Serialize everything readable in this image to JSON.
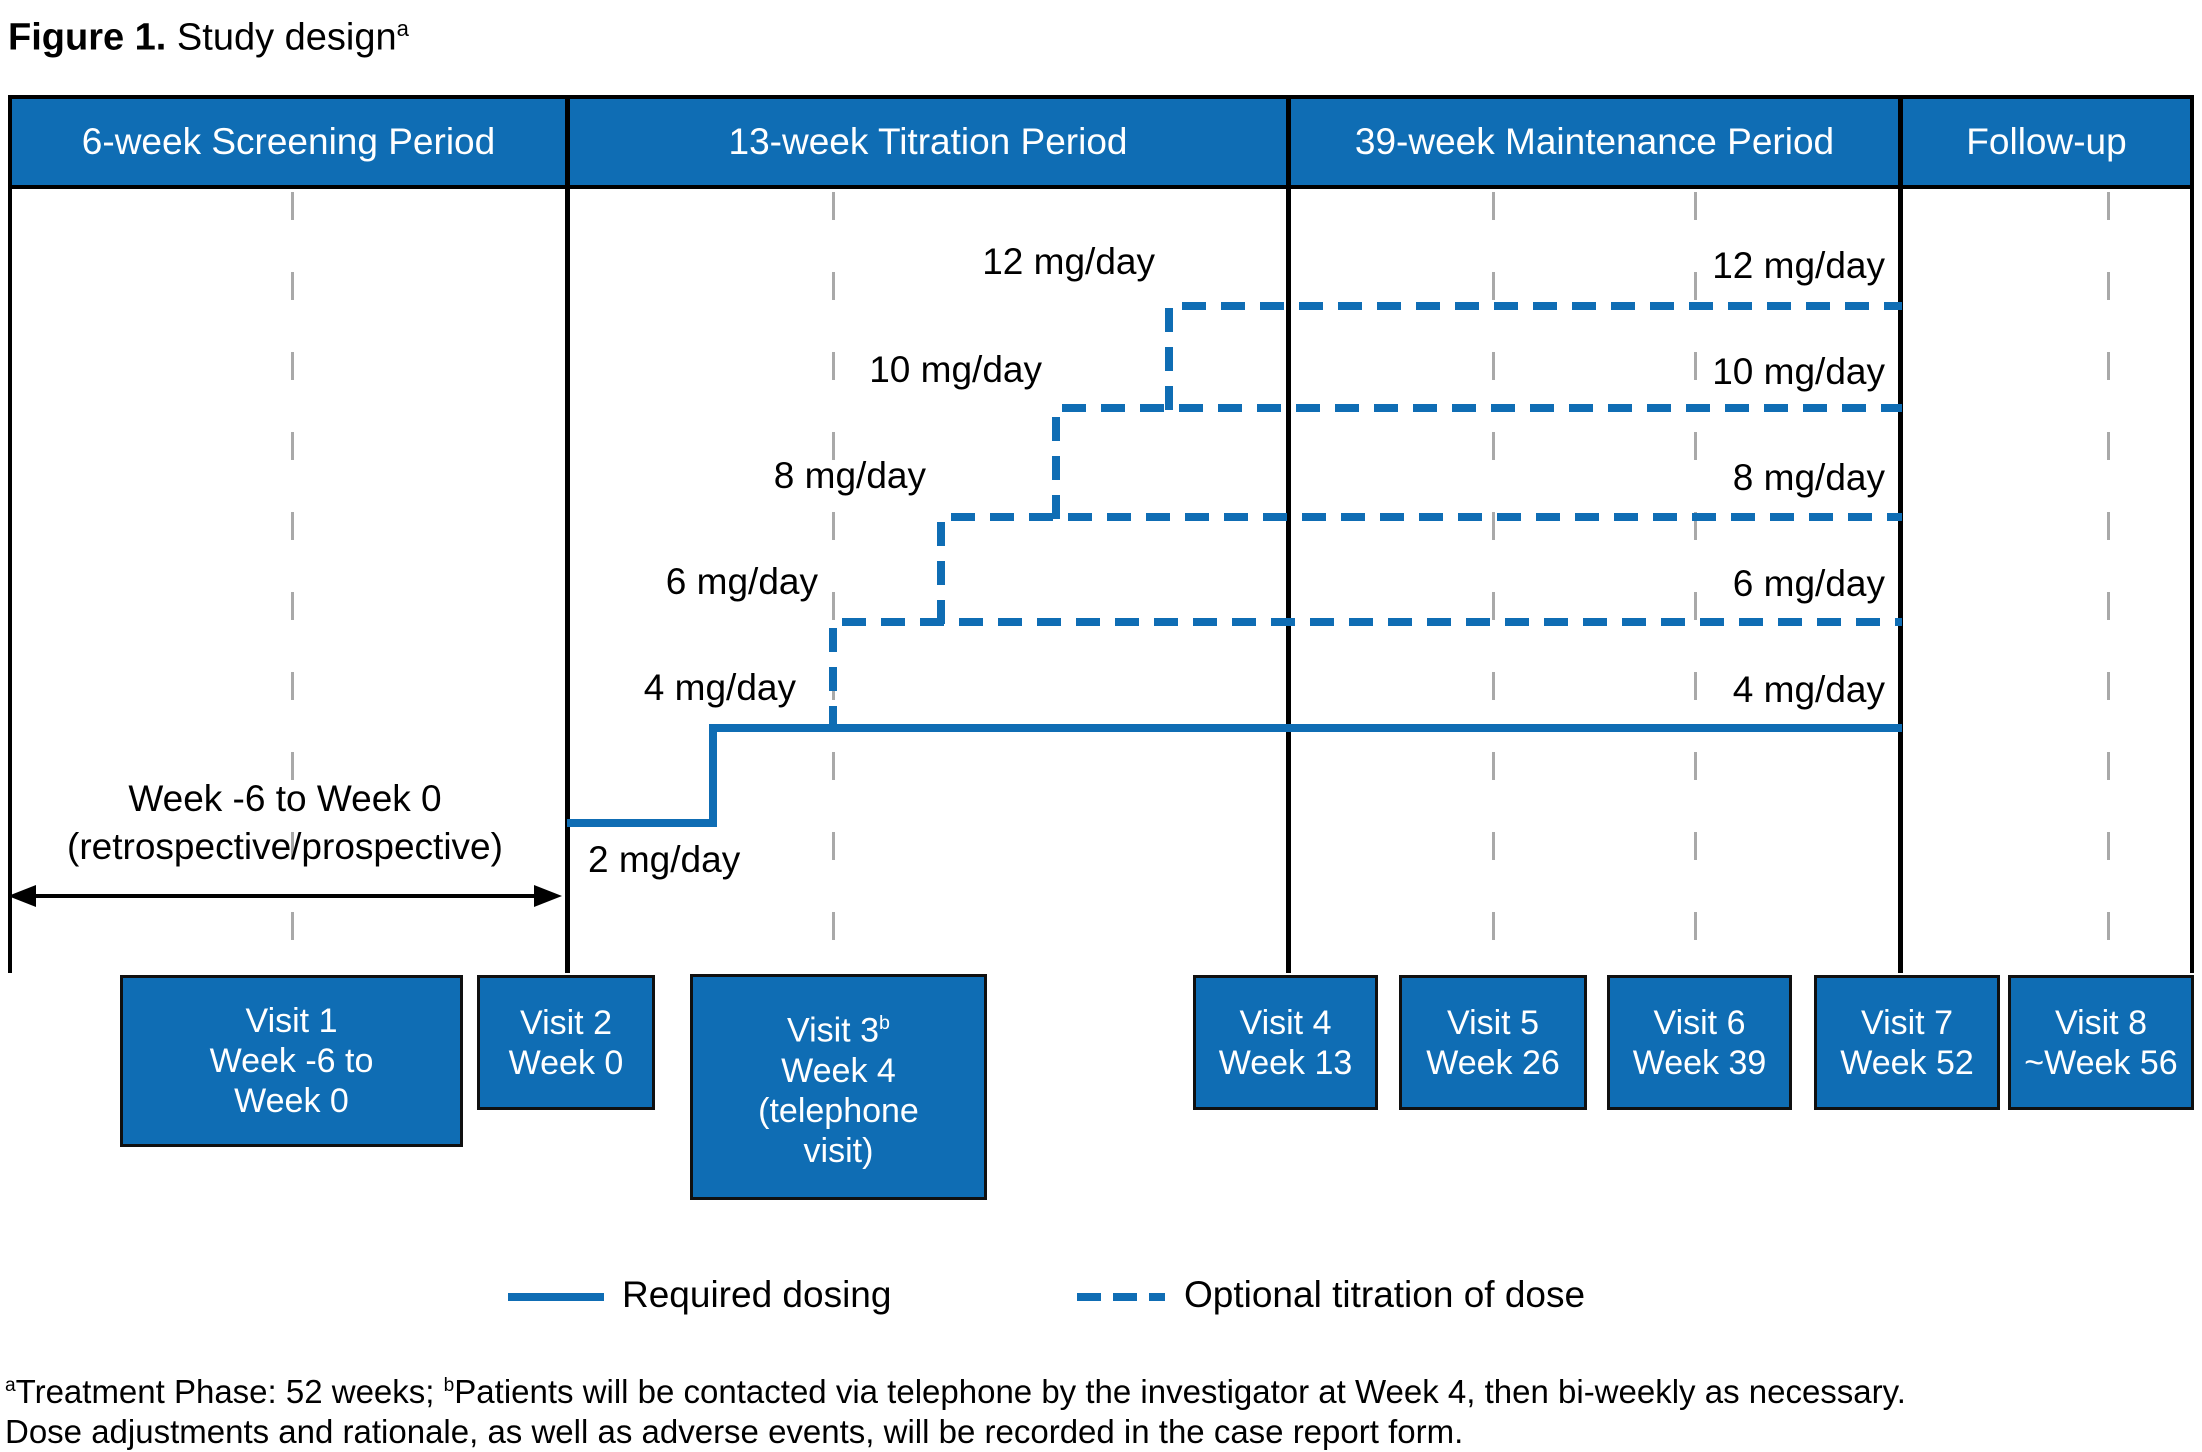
{
  "title": {
    "label_bold": "Figure 1.",
    "label_rest": " Study design",
    "superscript": "a"
  },
  "colors": {
    "primary_blue": "#0f6db4",
    "gridline_gray": "#a9a9a9",
    "border_black": "#000000",
    "box_text_white": "#ffffff"
  },
  "periods": [
    {
      "label": "6-week Screening Period"
    },
    {
      "label": "13-week Titration Period"
    },
    {
      "label": "39-week Maintenance Period"
    },
    {
      "label": "Follow-up"
    }
  ],
  "dose_labels": {
    "left": [
      "12 mg/day",
      "10 mg/day",
      "8 mg/day",
      "6 mg/day",
      "4 mg/day",
      "2 mg/day"
    ],
    "right": [
      "12 mg/day",
      "10 mg/day",
      "8 mg/day",
      "6 mg/day",
      "4 mg/day"
    ]
  },
  "screening_annotation": {
    "line1": "Week -6 to Week 0",
    "line2": "(retrospective/prospective)"
  },
  "visits": [
    {
      "lines": [
        "Visit 1",
        "Week -6 to",
        "Week 0"
      ]
    },
    {
      "lines": [
        "Visit 2",
        "Week 0"
      ]
    },
    {
      "lines": [
        "Visit 3",
        "Week 4",
        "(telephone",
        "visit)"
      ],
      "superscript": "b"
    },
    {
      "lines": [
        "Visit 4",
        "Week 13"
      ]
    },
    {
      "lines": [
        "Visit 5",
        "Week 26"
      ]
    },
    {
      "lines": [
        "Visit 6",
        "Week 39"
      ]
    },
    {
      "lines": [
        "Visit 7",
        "Week 52"
      ]
    },
    {
      "lines": [
        "Visit 8",
        "~Week 56"
      ]
    }
  ],
  "legend": {
    "required": {
      "label": "Required dosing",
      "style": "solid"
    },
    "optional": {
      "label": "Optional titration of dose",
      "style": "dashed"
    }
  },
  "footnotes": {
    "line1_sup1": "a",
    "line1_part1": "Treatment Phase: 52 weeks; ",
    "line1_sup2": "b",
    "line1_part2": "Patients will be contacted via telephone by the investigator at Week 4, then bi-weekly as necessary.",
    "line2": "Dose adjustments and rationale, as well as adverse events, will be recorded in the case report form."
  }
}
